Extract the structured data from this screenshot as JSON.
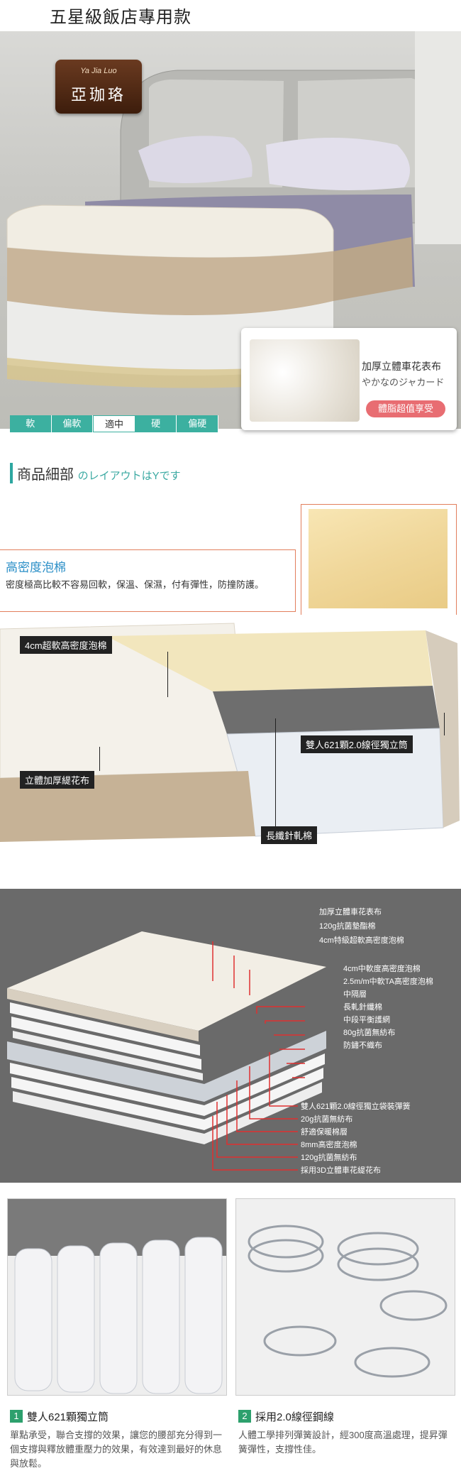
{
  "header": {
    "title": "五星級飯店專用款"
  },
  "logo": {
    "sub": "Ya Jia Luo",
    "main": "亞珈珞"
  },
  "inset": {
    "line1": "加厚立體車花表布",
    "line2": "やかなのジャカード",
    "badge": "體脂超值享受"
  },
  "firmness": {
    "options": [
      "軟",
      "偏軟",
      "適中",
      "硬",
      "偏硬"
    ],
    "selected": "適中"
  },
  "section": {
    "title": "商品細部",
    "subtitle": "のレイアウトはYです"
  },
  "foam_info": {
    "title": "高密度泡棉",
    "desc": "密度極高比較不容易回軟，保溫、保濕，付有彈性，防撞防護。"
  },
  "callouts": {
    "foam": "4cm超軟高密度泡棉",
    "edge": "立體加厚緹花布",
    "springs": "雙人621顆2.0線徑獨立筒",
    "felt": "長纖針軋棉"
  },
  "layers_top": [
    "加厚立體車花表布",
    "120g抗菌墊酯棉",
    "4cm特級超軟高密度泡棉",
    "4cm中軟度高密度泡棉",
    "2.5m/m中軟TA高密度泡棉",
    "中隔層",
    "長軋針纖棉",
    "中段平衡護網",
    "80g抗菌無紡布",
    "防鏽不織布"
  ],
  "layers_bottom": [
    "雙人621顆2.0線徑獨立袋裝彈簧",
    "20g抗菌無紡布",
    "舒適保暖棉層",
    "8mm高密度泡棉",
    "120g抗菌無紡布",
    "採用3D立體車花緹花布"
  ],
  "features": [
    {
      "num": "1",
      "title": "雙人621顆獨立筒",
      "desc": "單點承受，聯合支撐的效果，讓您的腰部充分得到一個支撐與釋放體重壓力的效果，有效達到最好的休息與放鬆。"
    },
    {
      "num": "2",
      "title": "採用2.0線徑鋼線",
      "desc": "人體工學排列彈簧設計，經300度高溫處理，提昇彈簧彈性，支撐性佳。"
    }
  ]
}
